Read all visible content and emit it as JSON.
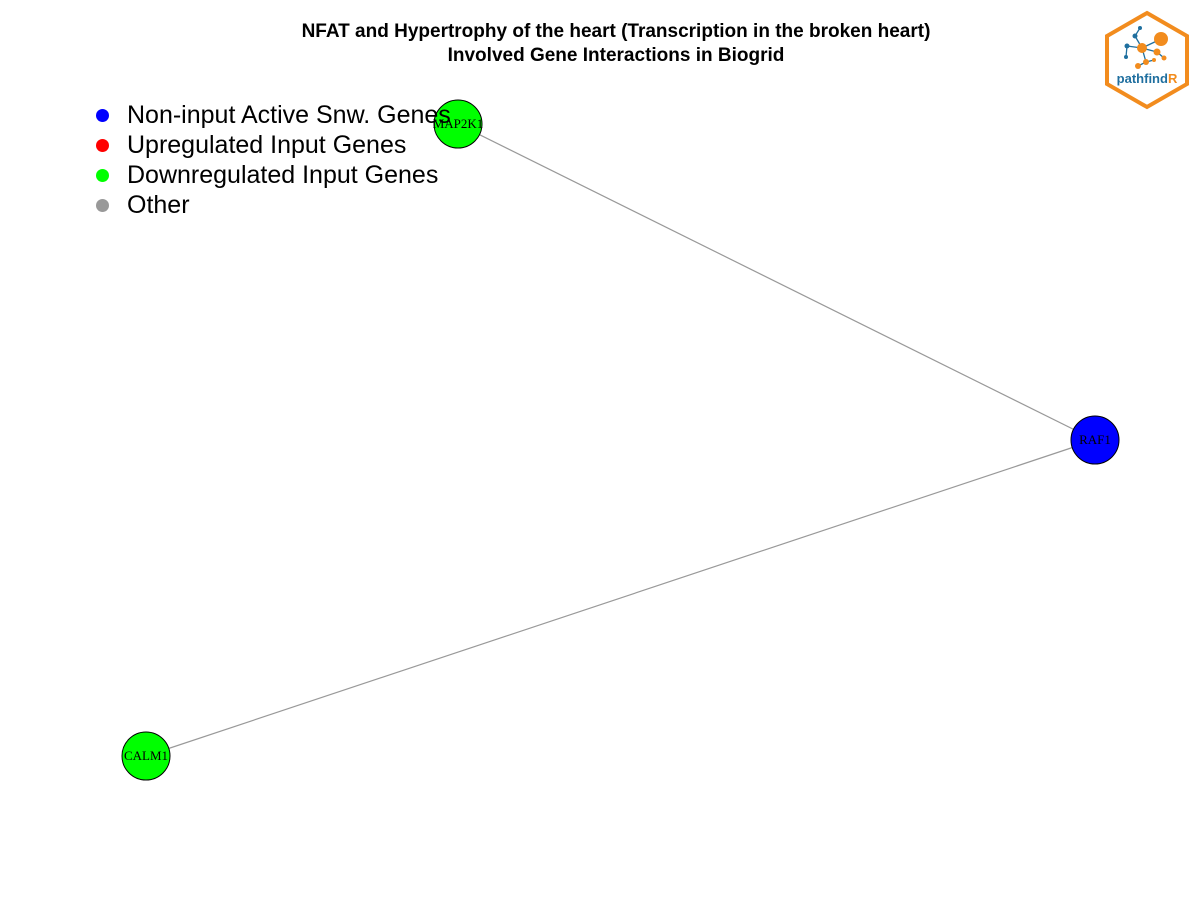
{
  "title": {
    "line1": "NFAT and Hypertrophy of the heart (Transcription in the broken heart)",
    "line2": "Involved Gene Interactions in Biogrid"
  },
  "legend": [
    {
      "label": "Non-input Active Snw. Genes",
      "color": "#0000ff"
    },
    {
      "label": "Upregulated Input Genes",
      "color": "#ff0000"
    },
    {
      "label": "Downregulated Input Genes",
      "color": "#00ff00"
    },
    {
      "label": "Other",
      "color": "#999999"
    }
  ],
  "nodes": [
    {
      "id": "MAP2K1",
      "label": "MAP2K1",
      "group": "Downregulated Input Genes",
      "color": "#00ff00"
    },
    {
      "id": "RAF1",
      "label": "RAF1",
      "group": "Non-input Active Snw. Genes",
      "color": "#0000ff"
    },
    {
      "id": "CALM1",
      "label": "CALM1",
      "group": "Downregulated Input Genes",
      "color": "#00ff00"
    }
  ],
  "edges": [
    {
      "source": "MAP2K1",
      "target": "RAF1"
    },
    {
      "source": "CALM1",
      "target": "RAF1"
    }
  ],
  "colors": {
    "edge": "#999999",
    "node_border": "#000000",
    "logo_orange": "#f28c1e",
    "logo_blue": "#1f6f9f"
  },
  "logo": {
    "text_main": "pathfind",
    "text_accent": "R"
  }
}
